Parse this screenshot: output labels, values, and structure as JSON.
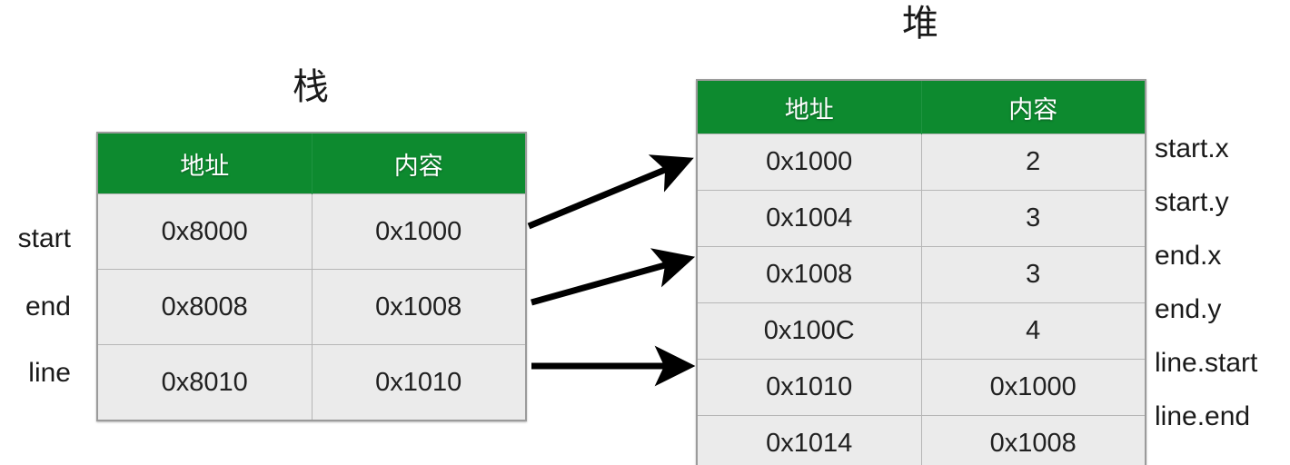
{
  "stack": {
    "title": "栈",
    "columns": [
      "地址",
      "内容"
    ],
    "rows": [
      {
        "label": "start",
        "address": "0x8000",
        "content": "0x1000"
      },
      {
        "label": "end",
        "address": "0x8008",
        "content": "0x1008"
      },
      {
        "label": "line",
        "address": "0x8010",
        "content": "0x1010"
      }
    ]
  },
  "heap": {
    "title": "堆",
    "columns": [
      "地址",
      "内容"
    ],
    "rows": [
      {
        "address": "0x1000",
        "content": "2",
        "label": "start.x"
      },
      {
        "address": "0x1004",
        "content": "3",
        "label": "start.y"
      },
      {
        "address": "0x1008",
        "content": "3",
        "label": "end.x"
      },
      {
        "address": "0x100C",
        "content": "4",
        "label": "end.y"
      },
      {
        "address": "0x1010",
        "content": "0x1000",
        "label": "line.start"
      },
      {
        "address": "0x1014",
        "content": "0x1008",
        "label": "line.end"
      }
    ]
  },
  "arrows": [
    {
      "name": "arrow-start-to-heap",
      "from": "0x8000",
      "to": "0x1000"
    },
    {
      "name": "arrow-end-to-heap",
      "from": "0x8008",
      "to": "0x1008"
    },
    {
      "name": "arrow-line-to-heap",
      "from": "0x8010",
      "to": "0x1010"
    }
  ],
  "colors": {
    "header_green": "#0d8a2f",
    "cell_gray": "#ebebeb",
    "border_gray": "#9b9b9b",
    "arrow_black": "#000000",
    "text_dark": "#1a1a1a"
  }
}
